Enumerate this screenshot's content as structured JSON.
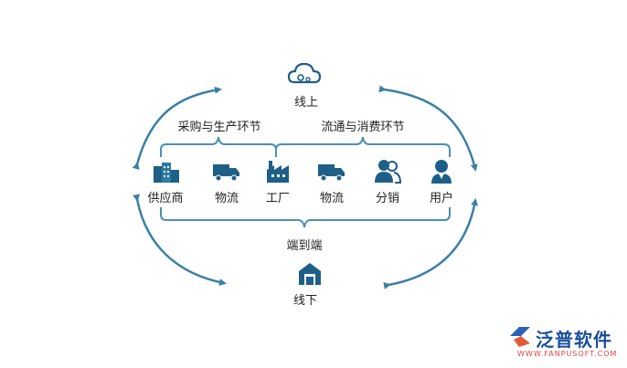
{
  "nodes": [
    {
      "label": "供应商",
      "icon": "factory-buildings-icon"
    },
    {
      "label": "物流",
      "icon": "truck-icon"
    },
    {
      "label": "工厂",
      "icon": "factory-icon"
    },
    {
      "label": "物流",
      "icon": "truck-icon"
    },
    {
      "label": "分销",
      "icon": "users-icon"
    },
    {
      "label": "用户",
      "icon": "user-icon"
    }
  ],
  "top_label": "线上",
  "bottom_label": "线下",
  "bracket_left": "采购与生产环节",
  "bracket_right": "流通与消费环节",
  "bracket_bottom": "端到端",
  "logo": {
    "name": "泛普软件",
    "url": "WWW.FANPUSOFT.COM"
  },
  "colors": {
    "accent": "#1e5f87",
    "arrow": "#3a7fa6",
    "bracket": "#4c8fb3",
    "logo": "#1a4f9c"
  }
}
